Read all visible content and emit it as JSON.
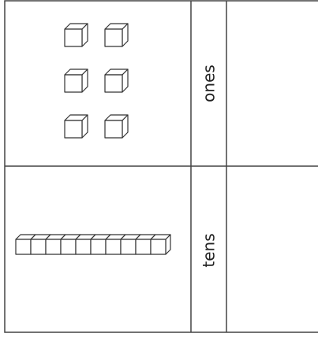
{
  "place_value_chart": {
    "rows": [
      {
        "label": "ones",
        "block_type": "unit-cube",
        "block_count": 6
      },
      {
        "label": "tens",
        "block_type": "ten-rod",
        "block_count": 1,
        "units_per_block": 10
      }
    ]
  },
  "colors": {
    "line": "#444444",
    "block_fill": "#ffffff",
    "block_stroke": "#333333",
    "text": "#222222"
  }
}
